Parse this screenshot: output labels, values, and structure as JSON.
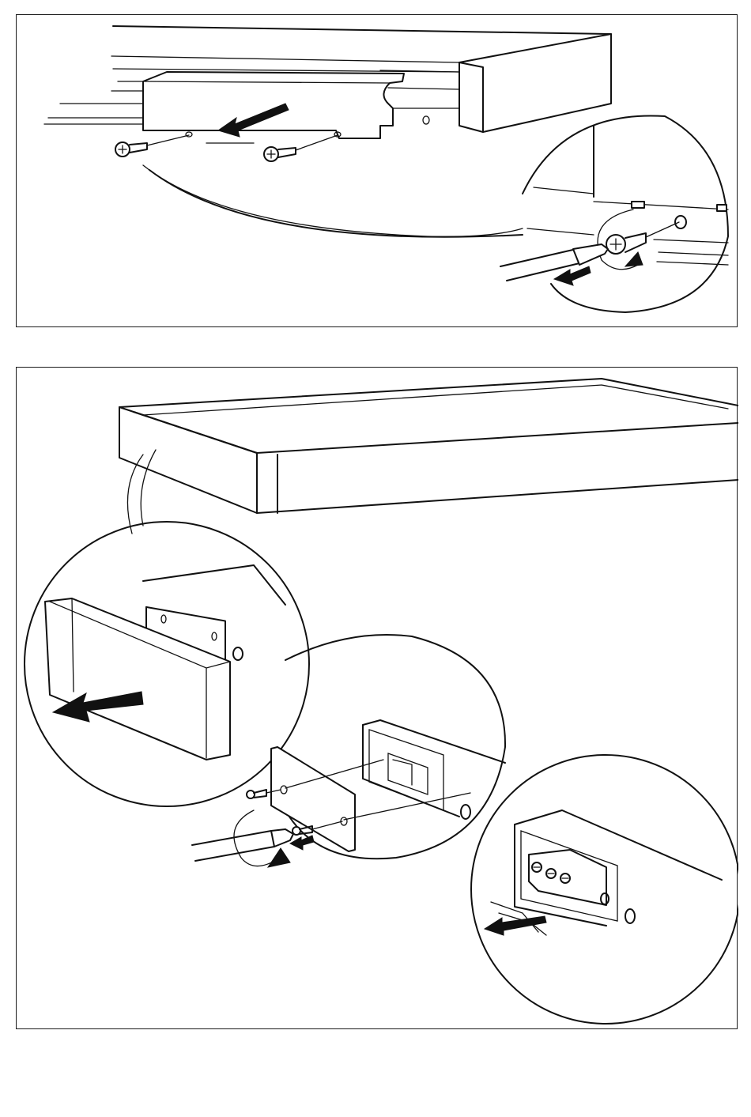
{
  "figure": {
    "panels": [
      {
        "step": "remove-cover-rail",
        "content": "unscrew-screws-and-slide-cover"
      },
      {
        "step": "open-terminal-housing",
        "content": "remove-end-cap-unscrew-plate-pull-terminal-block"
      }
    ],
    "icons": [
      "screw-icon",
      "screwdriver-icon",
      "direction-arrow-icon",
      "rotation-arrow-icon",
      "terminal-block-icon"
    ],
    "colors": {
      "line": "#111111",
      "background": "#ffffff"
    }
  }
}
